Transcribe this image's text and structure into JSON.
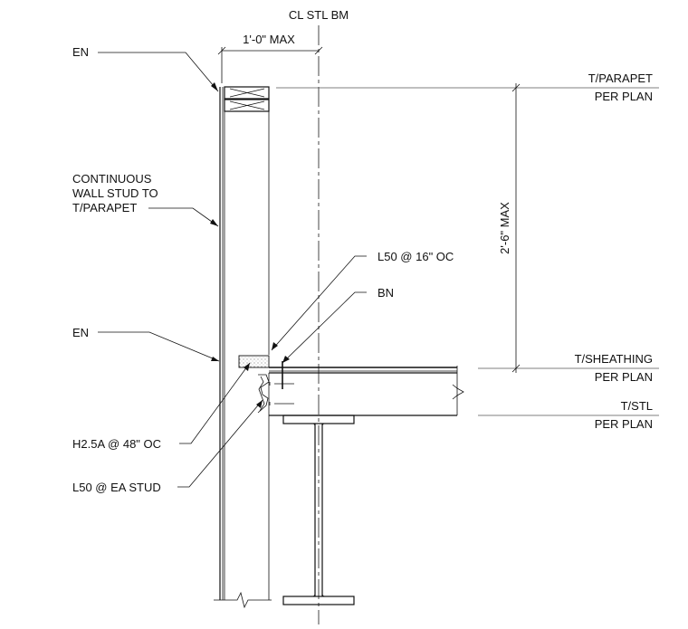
{
  "labels": {
    "cl_stl_bm": "CL STL BM",
    "dim_top": "1'-0\" MAX",
    "en_top": "EN",
    "stud_line1": "CONTINUOUS",
    "stud_line2": "WALL STUD TO",
    "stud_line3": "T/PARAPET",
    "l50_16": "L50 @ 16\" OC",
    "bn": "BN",
    "en_mid": "EN",
    "h25a": "H2.5A @ 48\" OC",
    "l50_ea": "L50 @ EA STUD",
    "dim_side": "2'-6\" MAX"
  },
  "elevations": {
    "parapet_top": "T/PARAPET",
    "parapet_ref": "PER PLAN",
    "sheathing_top": "T/SHEATHING",
    "sheathing_ref": "PER PLAN",
    "steel_top": "T/STL",
    "steel_ref": "PER PLAN"
  }
}
